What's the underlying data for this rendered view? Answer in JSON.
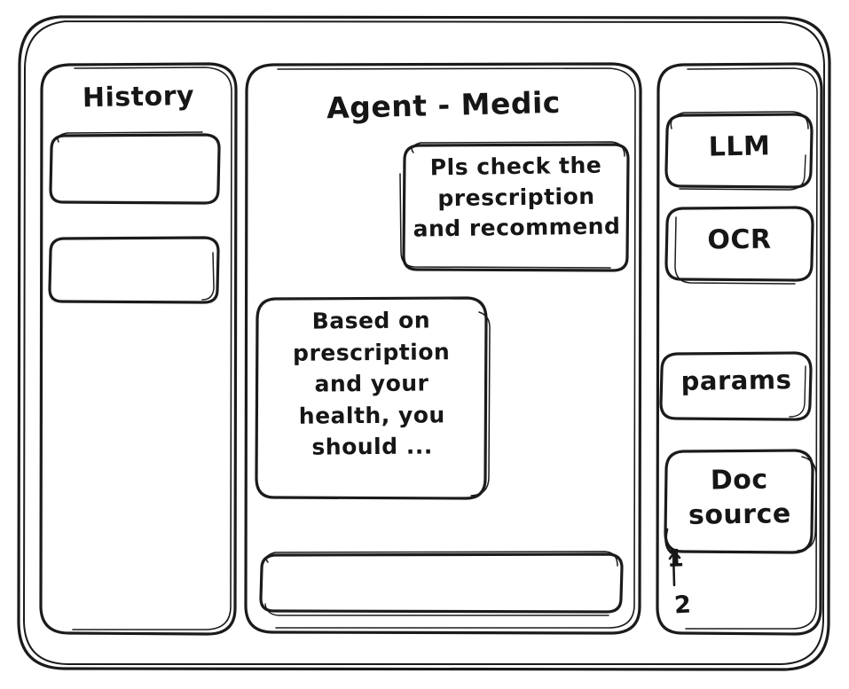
{
  "window": {
    "style": "hand-drawn-wireframe",
    "stroke_color": "#1b1b1b",
    "background_color": "#ffffff"
  },
  "sidebar": {
    "title": "History",
    "items": [
      {
        "label": "",
        "name": "history-item-1"
      },
      {
        "label": "",
        "name": "history-item-2"
      }
    ]
  },
  "main": {
    "title": "Agent - Medic",
    "messages": [
      {
        "role": "user",
        "text": "Pls check the\nprescription\nand recommend"
      },
      {
        "role": "assistant",
        "text": "Based on\nprescription\nand your\nhealth, you\nshould ..."
      }
    ],
    "composer": {
      "value": "",
      "placeholder": ""
    }
  },
  "tools_panel": {
    "buttons": [
      {
        "label": "LLM",
        "name": "tool-llm"
      },
      {
        "label": "OCR",
        "name": "tool-ocr"
      },
      {
        "label": "params",
        "name": "tool-params"
      },
      {
        "label": "Doc\nsource",
        "name": "tool-doc-source"
      }
    ],
    "doc_sources": [
      {
        "label": "1"
      },
      {
        "label": "2"
      }
    ]
  }
}
